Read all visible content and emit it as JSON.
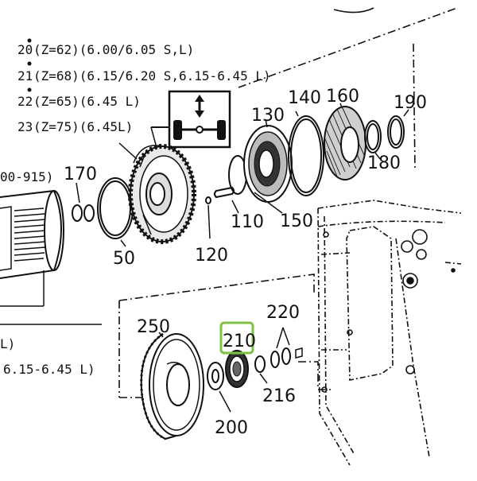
{
  "variants": [
    {
      "number": "20",
      "text": "(Z=62)(6.00/6.05 S,L)",
      "bullet": true
    },
    {
      "number": "21",
      "text": "(Z=68)(6.15/6.20 S,6.15-6.45 L)",
      "bullet": true
    },
    {
      "number": "22",
      "text": "(Z=65)(6.45 L)",
      "bullet": true
    },
    {
      "number": "23",
      "text": "(Z=75)(6.45L)",
      "bullet": false
    }
  ],
  "partial_labels": {
    "left_top": "00-915)",
    "left_mid": "L)",
    "left_bottom": "6.15-6.45 L)"
  },
  "callouts": {
    "p130": "130",
    "p140": "140",
    "p160": "160",
    "p190": "190",
    "p170": "170",
    "p180": "180",
    "p110": "110",
    "p150": "150",
    "p50": "50",
    "p120": "120",
    "p250": "250",
    "p210": "210",
    "p220": "220",
    "p216": "216",
    "p200": "200"
  },
  "highlight": {
    "part": "210",
    "color": "#7dc242"
  },
  "icons": [
    "axle-icon"
  ]
}
